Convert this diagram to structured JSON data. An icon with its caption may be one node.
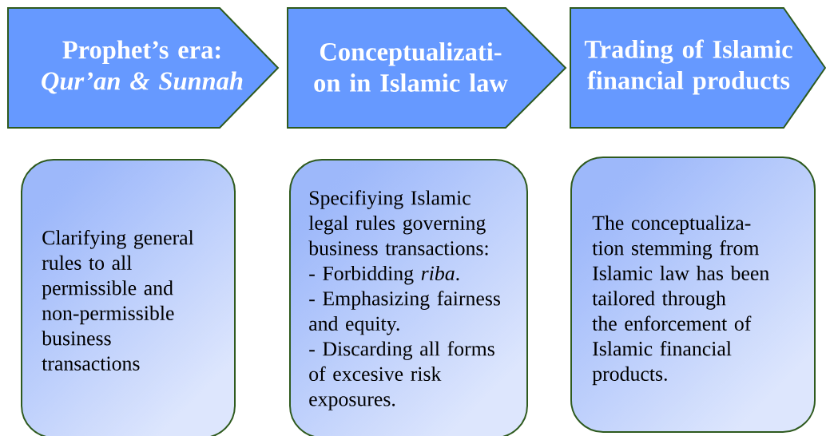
{
  "diagram": {
    "nodes": [
      {
        "text": [
          "Prophet’s era: *Qur’an & Sunnah*"
        ]
      },
      {
        "text": [
          "Conceptualizati- on in Islamic law"
        ]
      },
      {
        "text": [
          "Trading of Islamic financial products"
        ]
      },
      {
        "text": [
          "Clarifying general rules to all permissible and non-permissible business transactions"
        ]
      },
      {
        "text": [
          "Specifiying Islamic legal rules governing business transactions:",
          "- Forbidding *riba*.",
          "- Emphasizing fairness and equity.",
          "- Discarding all forms of excesive risk exposures."
        ]
      },
      {
        "text": [
          "The conceptualiza- tion stemming from Islamic law has been tailored through the enforcement of Islamic financial products."
        ]
      }
    ]
  }
}
